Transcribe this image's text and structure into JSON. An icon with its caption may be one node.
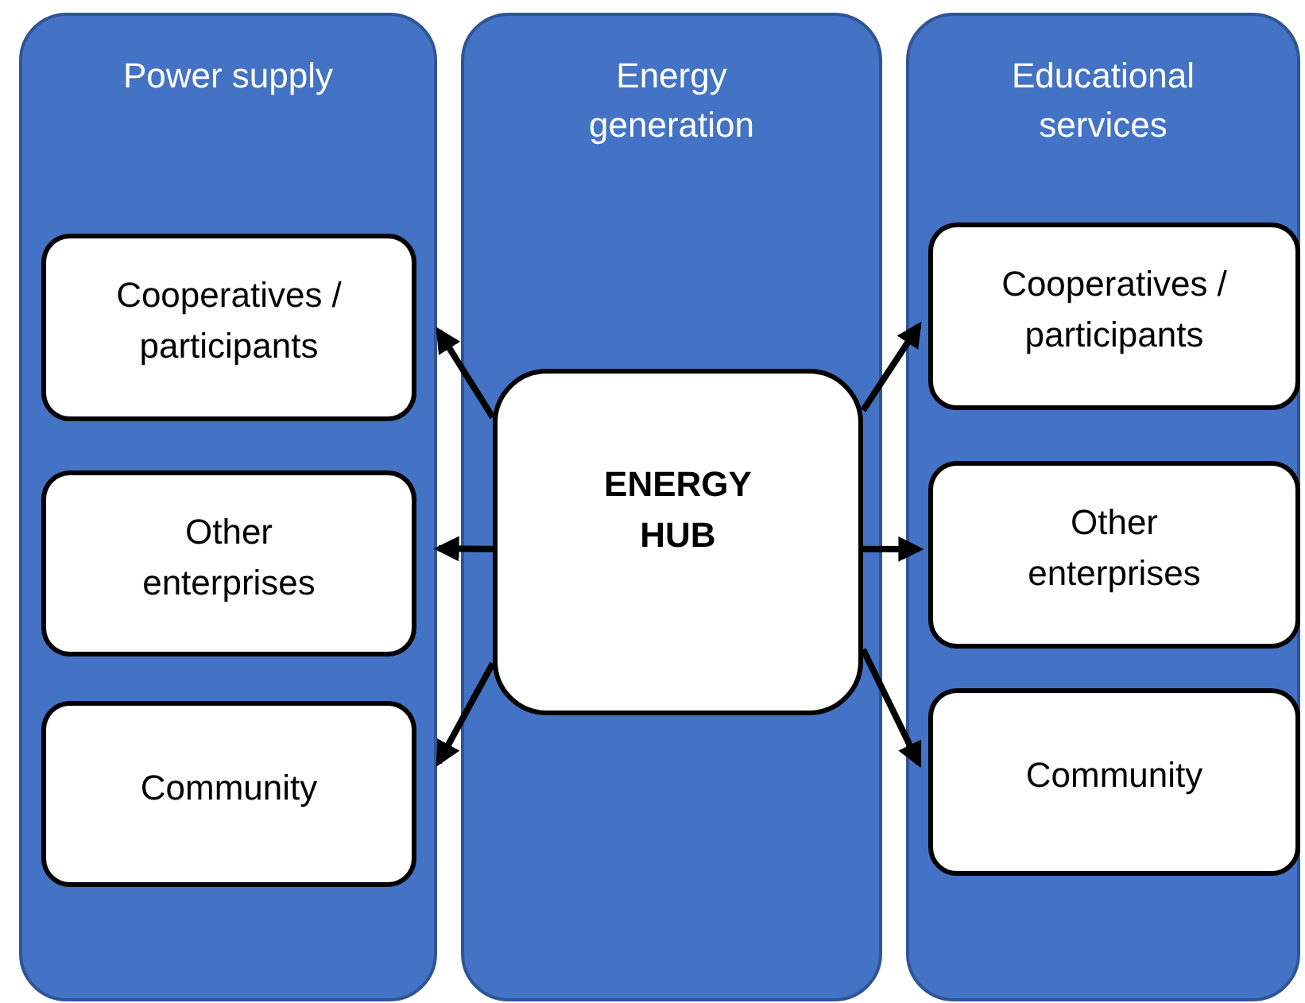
{
  "diagram": {
    "nodes": [
      {
        "text": [
          "Power supply"
        ]
      },
      {
        "text": [
          "Cooperatives / participants"
        ],
        "in": 0
      },
      {
        "text": [
          "Other enterprises"
        ],
        "in": 0
      },
      {
        "text": [
          "Community"
        ],
        "in": 0
      },
      {
        "text": [
          "Energy generation"
        ]
      },
      {
        "text": [
          "ENERGY HUB"
        ],
        "in": 4
      },
      {
        "text": [
          "Educational services"
        ]
      },
      {
        "text": [
          "Cooperatives / participants"
        ],
        "in": 6
      },
      {
        "text": [
          "Other enterprises"
        ],
        "in": 6
      },
      {
        "text": [
          "Community"
        ],
        "in": 6
      }
    ],
    "edges": [
      {
        "from": 5,
        "to": 1,
        "arrow": "to"
      },
      {
        "from": 5,
        "to": 2,
        "arrow": "to"
      },
      {
        "from": 5,
        "to": 3,
        "arrow": "to"
      },
      {
        "from": 5,
        "to": 7,
        "arrow": "to"
      },
      {
        "from": 5,
        "to": 8,
        "arrow": "to"
      },
      {
        "from": 5,
        "to": 9,
        "arrow": "to"
      }
    ]
  }
}
